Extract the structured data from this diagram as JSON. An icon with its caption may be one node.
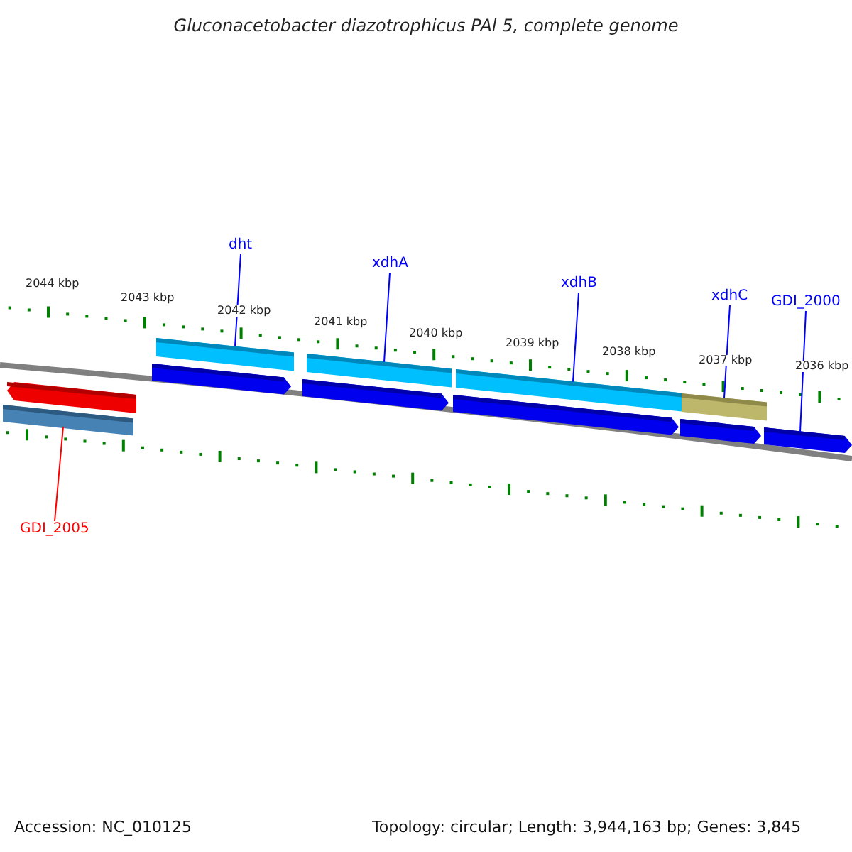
{
  "diagram": {
    "title": "Gluconacetobacter diazotrophicus PAl 5, complete genome",
    "nodes": [
      {
        "text": [
          "dht"
        ]
      },
      {
        "text": [
          "xdhA"
        ]
      },
      {
        "text": [
          "xdhB"
        ]
      },
      {
        "text": [
          "xdhC"
        ]
      },
      {
        "text": [
          "GDI_2000"
        ]
      },
      {
        "text": [
          "GDI_2005"
        ]
      },
      {
        "text": [],
        "shape": "bar"
      },
      {
        "text": [],
        "shape": "bar"
      },
      {
        "text": [],
        "shape": "bar"
      },
      {
        "text": [],
        "shape": "bar"
      },
      {
        "text": [],
        "shape": "bar"
      },
      {
        "text": [],
        "shape": "bar"
      },
      {
        "text": [],
        "shape": "bar"
      },
      {
        "text": [],
        "shape": "bar"
      },
      {
        "text": [],
        "shape": "bar"
      },
      {
        "text": [],
        "shape": "bar"
      },
      {
        "text": [],
        "shape": "bar"
      }
    ],
    "edges": [
      {
        "from": 0,
        "to": 9,
        "arrow": "none"
      },
      {
        "from": 1,
        "to": 11,
        "arrow": "none"
      },
      {
        "from": 2,
        "to": 13,
        "arrow": "none"
      },
      {
        "from": 3,
        "to": 15,
        "arrow": "none"
      },
      {
        "from": 4,
        "to": 16,
        "arrow": "none"
      },
      {
        "from": 5,
        "to": 6,
        "arrow": "none",
        "color": "#ff0000"
      }
    ],
    "labels": [
      "2044 kbp",
      "2043 kbp",
      "2042 kbp",
      "2041 kbp",
      "2040 kbp",
      "2039 kbp",
      "2038 kbp",
      "2037 kbp",
      "2036 kbp",
      "Accession: NC_010125",
      "Topology: circular; Length: 3,944,163 bp; Genes: 3,845"
    ]
  }
}
